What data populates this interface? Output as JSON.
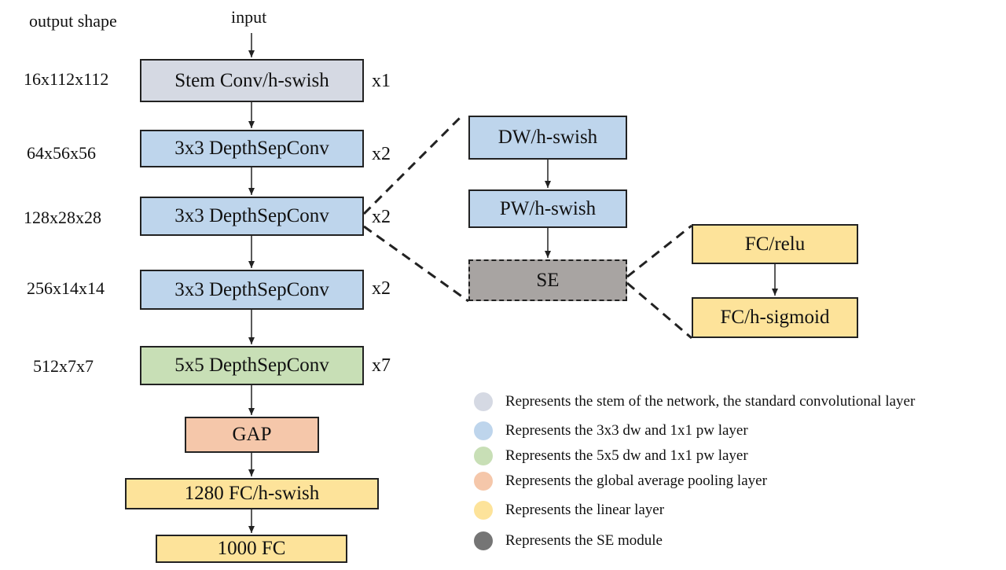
{
  "header": {
    "output_shape_label": "output shape",
    "input_label": "input"
  },
  "main_path": [
    {
      "shape": "16x112x112",
      "label": "Stem Conv/h-swish",
      "repeat": "x1",
      "color": "#d5d9e3"
    },
    {
      "shape": "64x56x56",
      "label": "3x3 DepthSepConv",
      "repeat": "x2",
      "color": "#bed5ec"
    },
    {
      "shape": "128x28x28",
      "label": "3x3 DepthSepConv",
      "repeat": "x2",
      "color": "#bed5ec"
    },
    {
      "shape": "256x14x14",
      "label": "3x3 DepthSepConv",
      "repeat": "x2",
      "color": "#bed5ec"
    },
    {
      "shape": "512x7x7",
      "label": "5x5 DepthSepConv",
      "repeat": "x7",
      "color": "#c8dfb6"
    },
    {
      "label": "GAP",
      "color": "#f5c7aa"
    },
    {
      "label": "1280 FC/h-swish",
      "color": "#fde39a"
    },
    {
      "label": "1000 FC",
      "color": "#fde39a"
    }
  ],
  "depthsep_detail": [
    {
      "label": "DW/h-swish",
      "color": "#bed5ec"
    },
    {
      "label": "PW/h-swish",
      "color": "#bed5ec"
    },
    {
      "label": "SE",
      "color": "#a8a4a2"
    }
  ],
  "se_detail": [
    {
      "label": "FC/relu",
      "color": "#fde39a"
    },
    {
      "label": "FC/h-sigmoid",
      "color": "#fde39a"
    }
  ],
  "legend": [
    {
      "label": "Represents the stem of the network, the standard convolutional layer",
      "color": "#d5d9e3"
    },
    {
      "label": "Represents the 3x3 dw and 1x1 pw layer",
      "color": "#bed5ec"
    },
    {
      "label": "Represents the 5x5 dw and 1x1 pw layer",
      "color": "#c8dfb6"
    },
    {
      "label": "Represents the global average pooling layer",
      "color": "#f5c7aa"
    },
    {
      "label": "Represents the linear layer",
      "color": "#fde39a"
    },
    {
      "label": "Represents the SE module",
      "color": "#757575"
    }
  ]
}
